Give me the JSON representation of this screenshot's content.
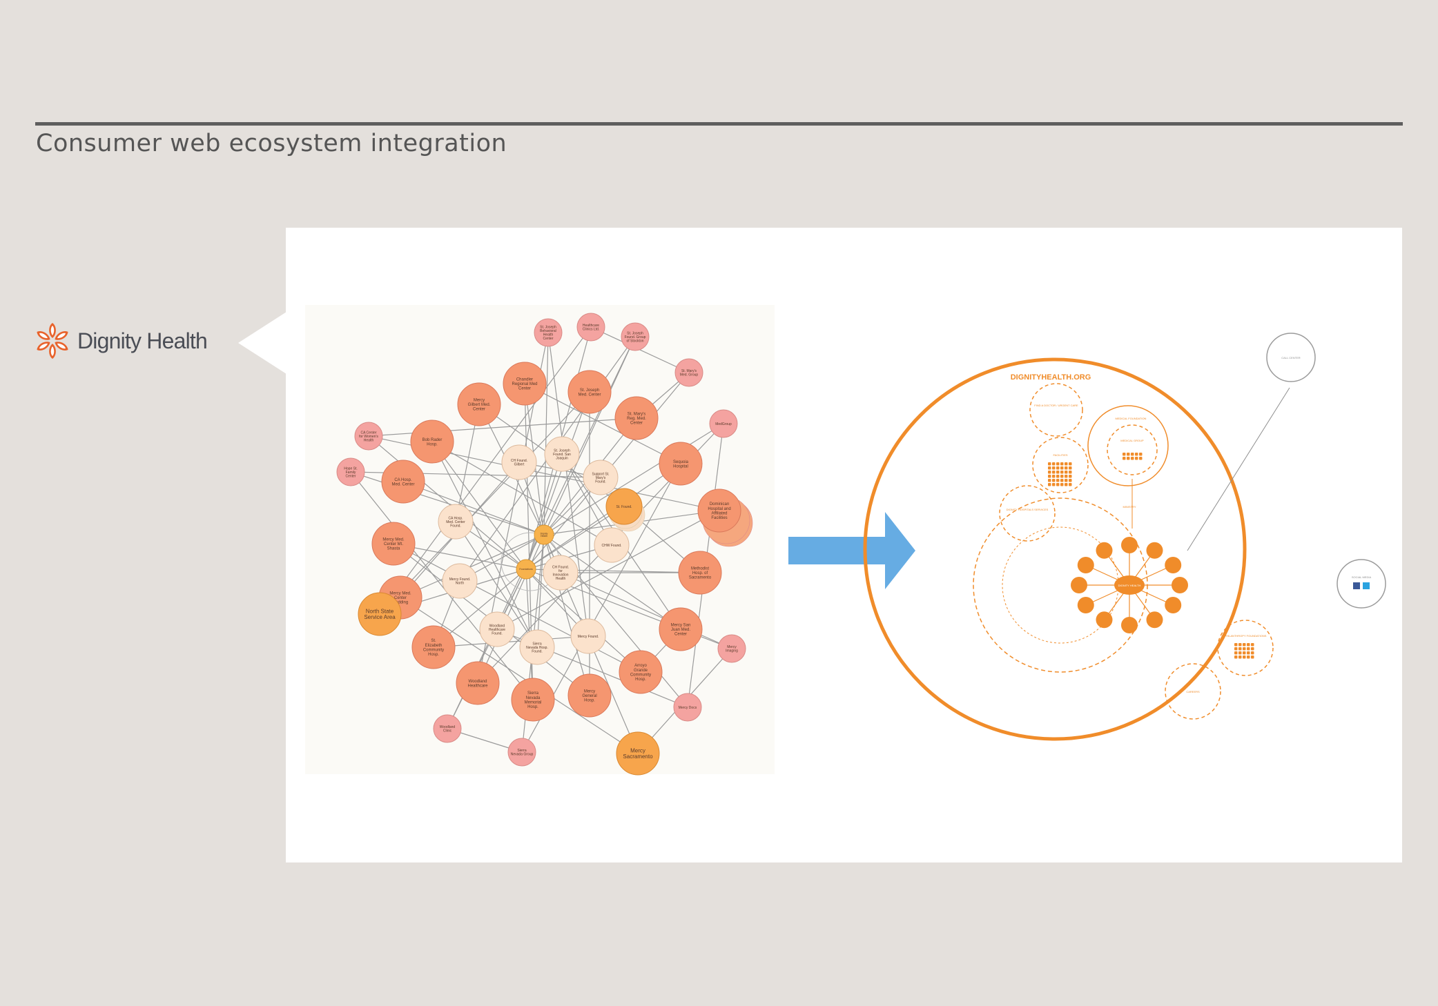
{
  "page": {
    "title": "Consumer web ecosystem integration"
  },
  "logo": {
    "text": "Dignity Health",
    "mark_color": "#e8632c"
  },
  "colors": {
    "background": "#e4e0dc",
    "rule": "#5e5e5e",
    "arrow": "#66ace3",
    "orange": "#f08c2a"
  },
  "network": {
    "hub_nodes": [
      {
        "id": "hub1",
        "label": "Dignity Health"
      },
      {
        "id": "hub2",
        "label": "Foundations"
      }
    ],
    "large_nodes": [
      {
        "label": "Chandler Regional Med Center"
      },
      {
        "label": "St. Joseph Med. Center"
      },
      {
        "label": "Mercy Gilbert Med. Center"
      },
      {
        "label": "Bob Rader Hosp."
      },
      {
        "label": "St. Mary's Reg. Med. Center"
      },
      {
        "label": "Sequoia Hospital"
      },
      {
        "label": "CA Hosp. Med. Center"
      },
      {
        "label": "Mercy Med. Center Mt. Shasta"
      },
      {
        "label": "Mercy Med. Center Redding"
      },
      {
        "label": "St. Elizabeth Community Hosp."
      },
      {
        "label": "Woodland Healthcare"
      },
      {
        "label": "Sierra Nevada Memorial Hosp."
      },
      {
        "label": "Mercy General Hosp."
      },
      {
        "label": "Arroyo Grande Community Hosp."
      },
      {
        "label": "Mercy San Juan Med. Center"
      },
      {
        "label": "Methodist Hosp. of Sacramento"
      },
      {
        "label": "Dominican Hospital and Affiliated Facilities"
      }
    ],
    "service_areas": [
      {
        "label": "North State Service Area"
      },
      {
        "label": "Mercy Sacramento"
      },
      {
        "label": "St. Found."
      }
    ],
    "foundation_nodes": [
      {
        "label": "CH Found. Gilbert"
      },
      {
        "label": "St. Joseph Found. San Joaquin"
      },
      {
        "label": "Support St. Mary's Found."
      },
      {
        "label": "CA Hosp. Med. Center Found."
      },
      {
        "label": "Mercy Found. North"
      },
      {
        "label": "Woodland Healthcare Found."
      },
      {
        "label": "Sierra Nevada Hosp. Found."
      },
      {
        "label": "Mercy Found."
      },
      {
        "label": "CH Found. for Innovation Health"
      },
      {
        "label": "CHW Found."
      }
    ],
    "small_nodes": [
      {
        "label": "St. Joseph Behavioral Health Center"
      },
      {
        "label": "Healthcare Clinics Ltd."
      },
      {
        "label": "St. Joseph Found. Group of Stockton"
      },
      {
        "label": "St. Mary's Med. Group"
      },
      {
        "label": "MedGroup"
      },
      {
        "label": "CA Center for Women's Health"
      },
      {
        "label": "Hope St. Family Center"
      },
      {
        "label": "Mercy Imaging"
      },
      {
        "label": "Mercy Docs"
      },
      {
        "label": "Woodland Clinic"
      },
      {
        "label": "Sierra Nevada Group"
      }
    ]
  },
  "ecosystem": {
    "title": "DIGNITYHEALTH.ORG",
    "center_label": "DIGNITY HEALTH",
    "labels": {
      "find_doctor": "FIND A DOCTOR / URGENT CARE",
      "medical_foundation": "MEDICAL FOUNDATION",
      "medical_group": "MEDICAL GROUP",
      "facilities": "FACILITIES",
      "dignity_hospitals": "DIGNITY HOSPITALS SERVICES",
      "ministry": "MINISTRY",
      "philanthropy": "PHILANTHROPY FOUNDATIONS",
      "careers": "CAREERS",
      "call_center": "CALL CENTER",
      "social_media": "SOCIAL MEDIA"
    }
  }
}
